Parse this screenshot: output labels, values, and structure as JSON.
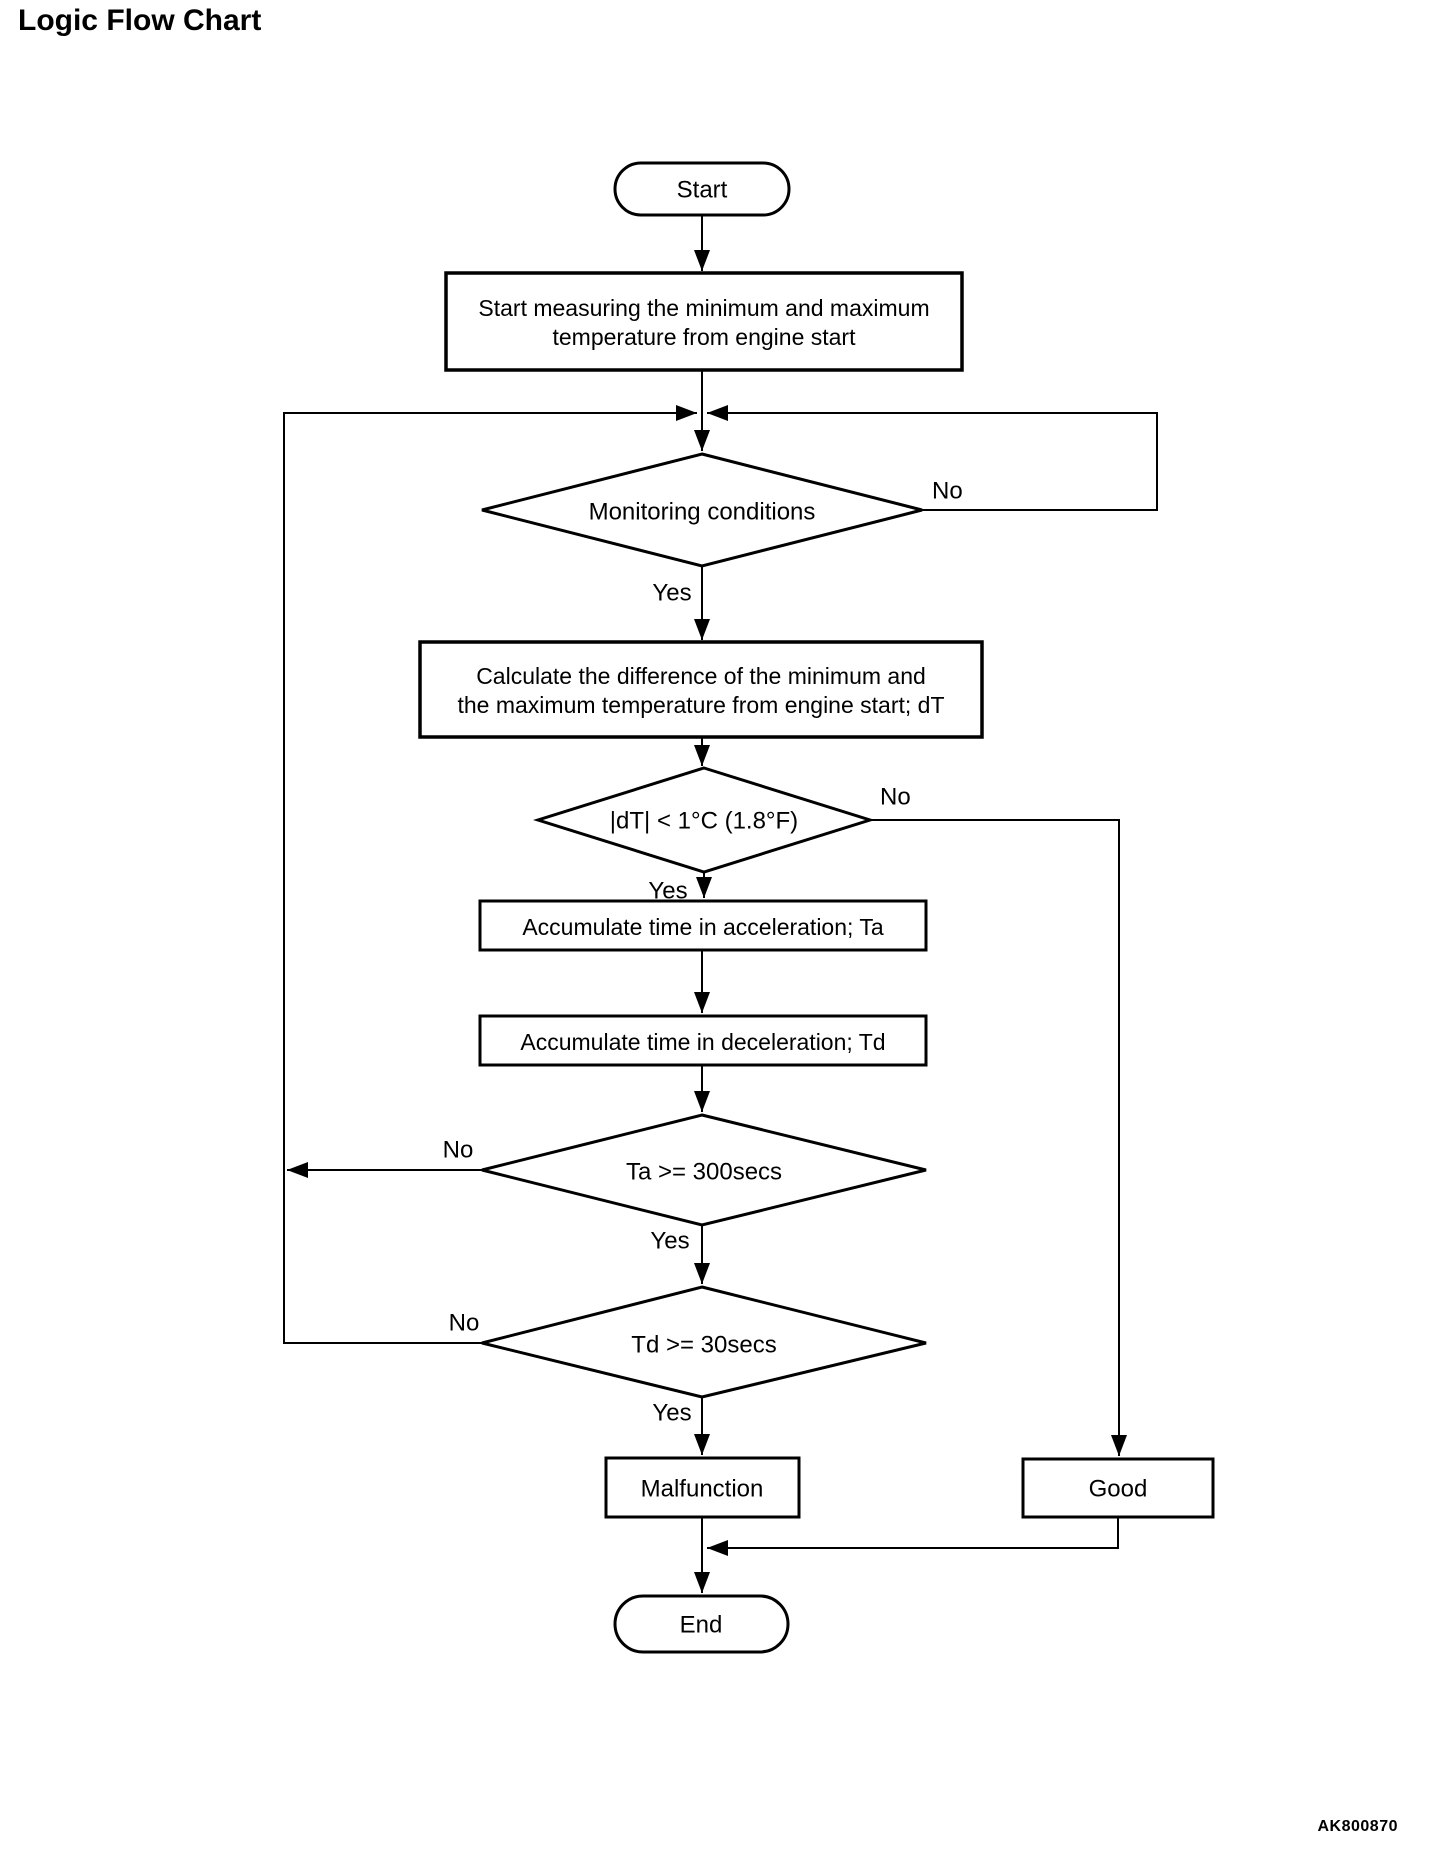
{
  "page": {
    "title": "Logic Flow Chart",
    "figure_code": "AK800870"
  },
  "flowchart": {
    "nodes": {
      "start": {
        "shape": "terminator",
        "label": "Start"
      },
      "measure": {
        "shape": "process",
        "line1": "Start measuring the minimum and maximum",
        "line2": "temperature from engine start"
      },
      "monitoring": {
        "shape": "decision",
        "label": "Monitoring conditions"
      },
      "calculate": {
        "shape": "process",
        "line1": "Calculate the difference of the minimum and",
        "line2": "the maximum temperature from engine start; dT"
      },
      "dt_check": {
        "shape": "decision",
        "label": "|dT| < 1°C (1.8°F)"
      },
      "accum_accel": {
        "shape": "process",
        "label": "Accumulate time in acceleration; Ta"
      },
      "accum_decel": {
        "shape": "process",
        "label": "Accumulate time in deceleration; Td"
      },
      "ta_check": {
        "shape": "decision",
        "label": "Ta >= 300secs"
      },
      "td_check": {
        "shape": "decision",
        "label": "Td >= 30secs"
      },
      "malfunction": {
        "shape": "process",
        "label": "Malfunction"
      },
      "good": {
        "shape": "process",
        "label": "Good"
      },
      "end": {
        "shape": "terminator",
        "label": "End"
      }
    },
    "labels": {
      "yes": "Yes",
      "no": "No"
    },
    "edges": [
      {
        "from": "start",
        "to": "measure",
        "label": ""
      },
      {
        "from": "measure",
        "to": "monitoring",
        "label": ""
      },
      {
        "from": "monitoring",
        "to": "calculate",
        "label": "Yes"
      },
      {
        "from": "monitoring",
        "to": "monitoring",
        "label": "No"
      },
      {
        "from": "calculate",
        "to": "dt_check",
        "label": ""
      },
      {
        "from": "dt_check",
        "to": "accum_accel",
        "label": "Yes"
      },
      {
        "from": "dt_check",
        "to": "good",
        "label": "No"
      },
      {
        "from": "accum_accel",
        "to": "accum_decel",
        "label": ""
      },
      {
        "from": "accum_decel",
        "to": "ta_check",
        "label": ""
      },
      {
        "from": "ta_check",
        "to": "td_check",
        "label": "Yes"
      },
      {
        "from": "ta_check",
        "to": "monitoring",
        "label": "No"
      },
      {
        "from": "td_check",
        "to": "malfunction",
        "label": "Yes"
      },
      {
        "from": "td_check",
        "to": "monitoring",
        "label": "No"
      },
      {
        "from": "malfunction",
        "to": "end",
        "label": ""
      },
      {
        "from": "good",
        "to": "end",
        "label": ""
      }
    ]
  }
}
